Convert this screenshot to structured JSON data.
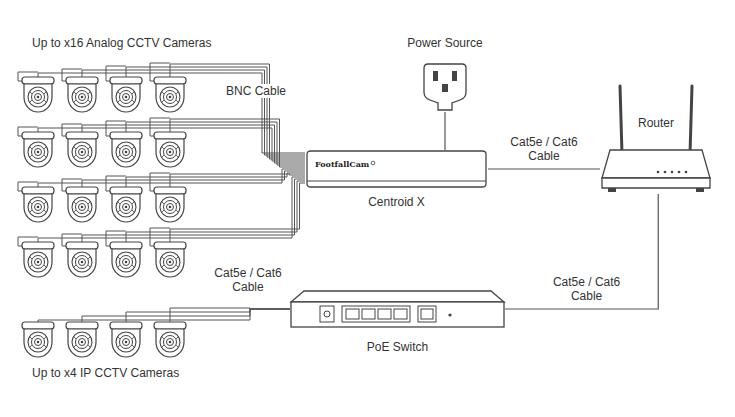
{
  "diagram": {
    "nodes": [
      {
        "text": [
          "Power Source"
        ]
      },
      {
        "text": [
          "FootfallCam",
          "Centroid X"
        ]
      },
      {
        "text": [
          "Router"
        ]
      },
      {
        "text": [
          "PoE Switch"
        ]
      }
    ],
    "edges": [
      {
        "from": 0,
        "to": 1,
        "arrow": "none"
      },
      {
        "from": 1,
        "to": 2,
        "arrow": "none",
        "label": "Cat5e / Cat6 Cable"
      },
      {
        "from": 2,
        "to": 3,
        "arrow": "none",
        "label": "Cat5e / Cat6 Cable"
      }
    ],
    "labels": [
      "Up to x16 Analog CCTV Cameras",
      "BNC Cable",
      "Cat5e / Cat6 Cable",
      "Up to x4 IP CCTV Cameras"
    ]
  }
}
